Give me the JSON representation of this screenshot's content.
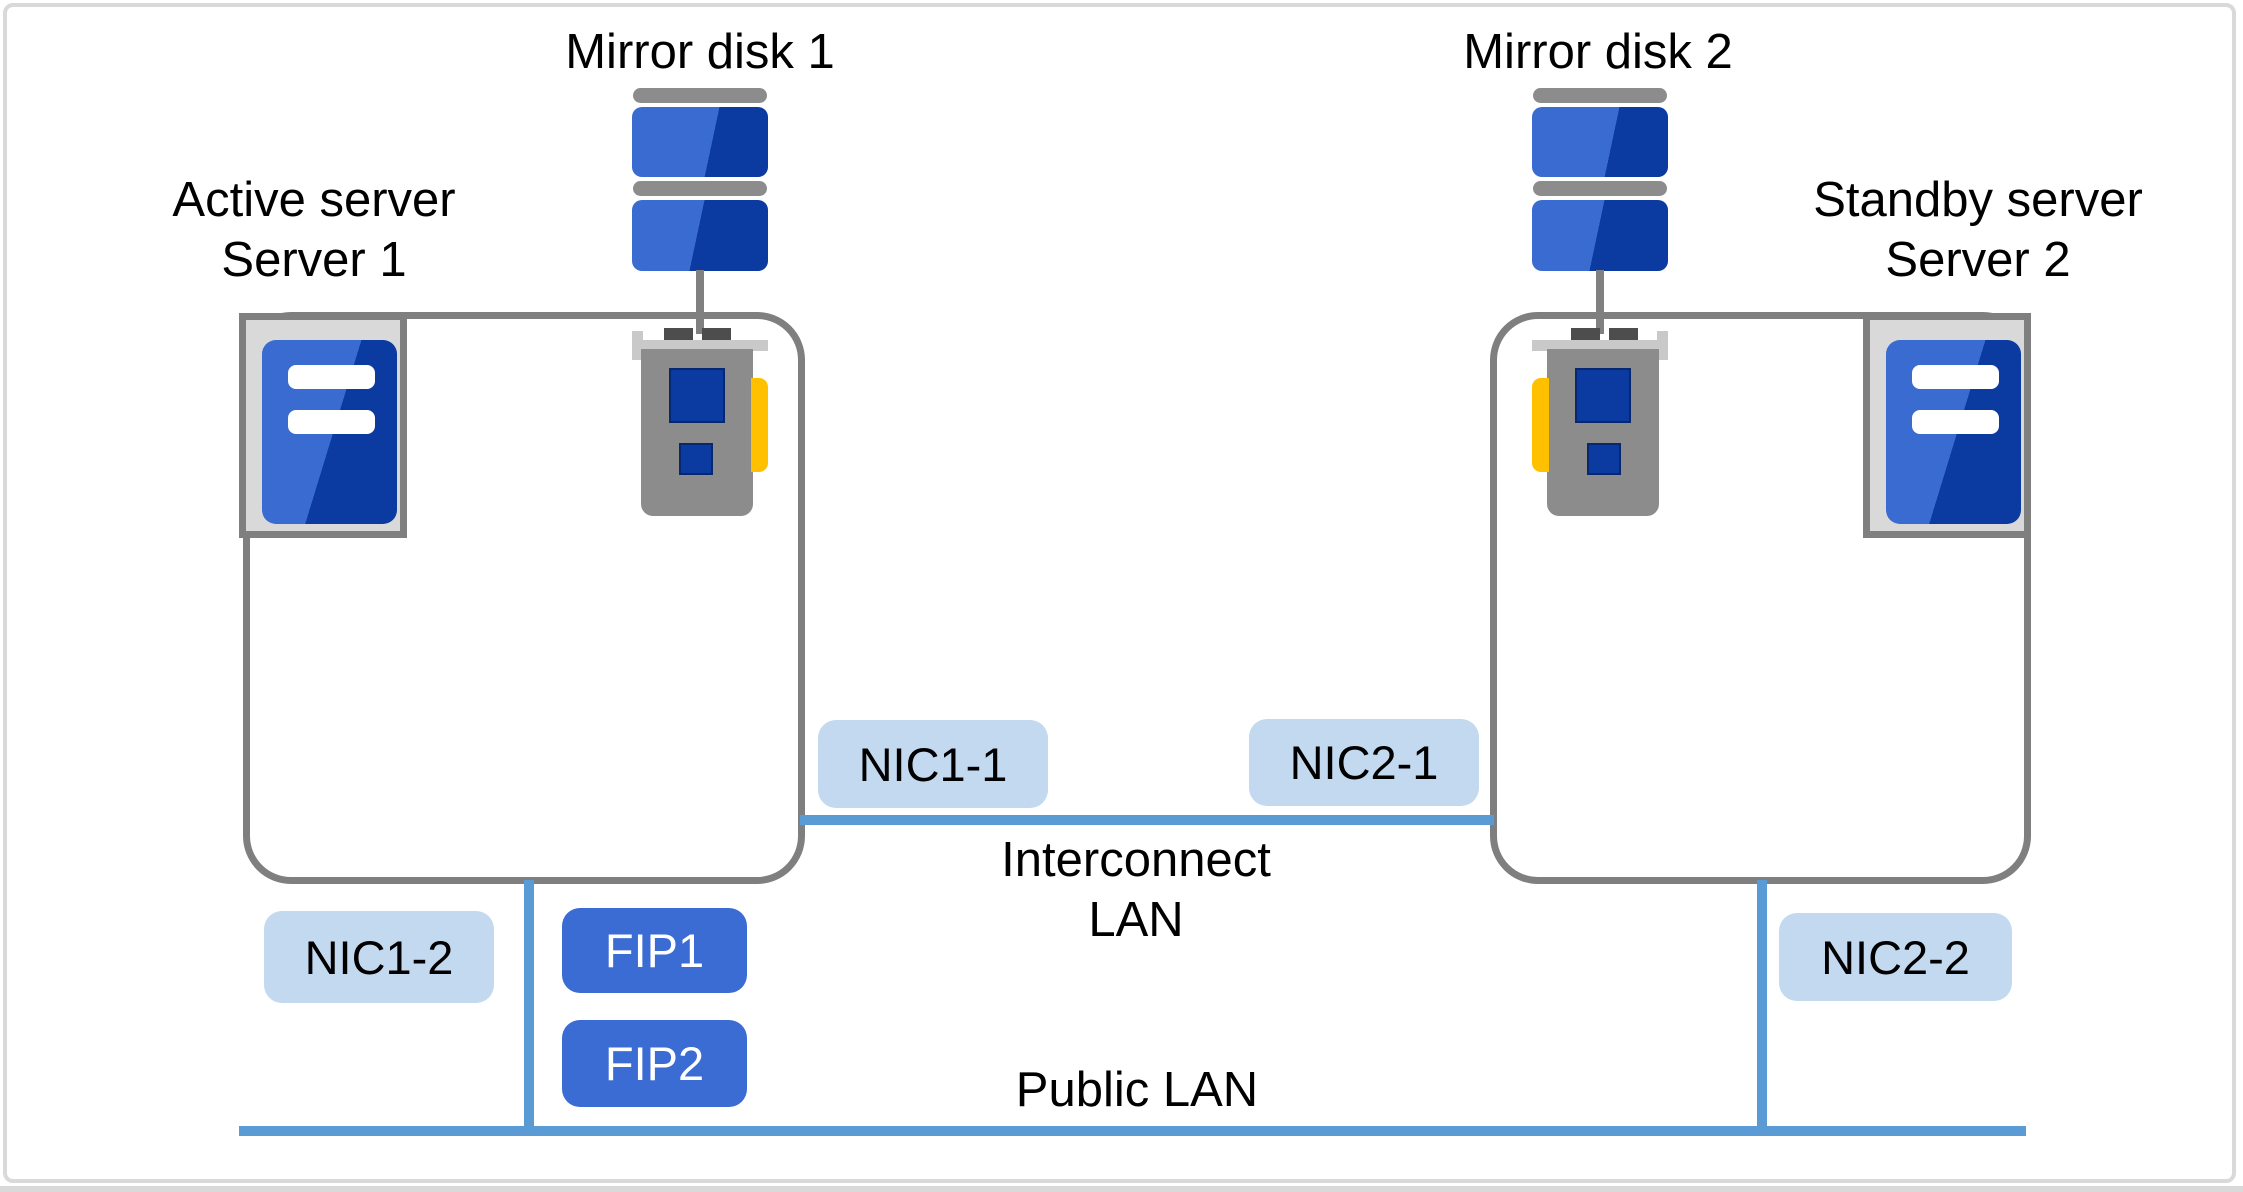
{
  "labels": {
    "mirror_disk_1": "Mirror disk 1",
    "mirror_disk_2": "Mirror disk 2",
    "active_server": {
      "line1": "Active server",
      "line2": "Server 1"
    },
    "standby_server": {
      "line1": "Standby server",
      "line2": "Server 2"
    },
    "interconnect_lan": {
      "line1": "Interconnect",
      "line2": "LAN"
    },
    "public_lan": "Public LAN"
  },
  "badges": {
    "nic1_1": "NIC1-1",
    "nic1_2": "NIC1-2",
    "nic2_1": "NIC2-1",
    "nic2_2": "NIC2-2",
    "fip1": "FIP1",
    "fip2": "FIP2"
  },
  "colors": {
    "page_frame": "#d9d9d9",
    "box_border": "#7f7f7f",
    "icon_frame_fill": "#d9d9d9",
    "icon_gray": "#8c8c8c",
    "icon_gray_dark": "#4d4d4d",
    "bracket_gray": "#c9c9c9",
    "blue_light": "#3a6bd1",
    "blue_dark": "#0b3aa0",
    "nic_chip_blue": "#0b3aa0",
    "connector_yellow": "#ffc000",
    "lan_line": "#5b9bd5",
    "nic_badge_bg": "#c3d9f0",
    "fip_badge_bg": "#3a6cd4",
    "fip_badge_text": "#ffffff",
    "label_text": "#000000"
  }
}
